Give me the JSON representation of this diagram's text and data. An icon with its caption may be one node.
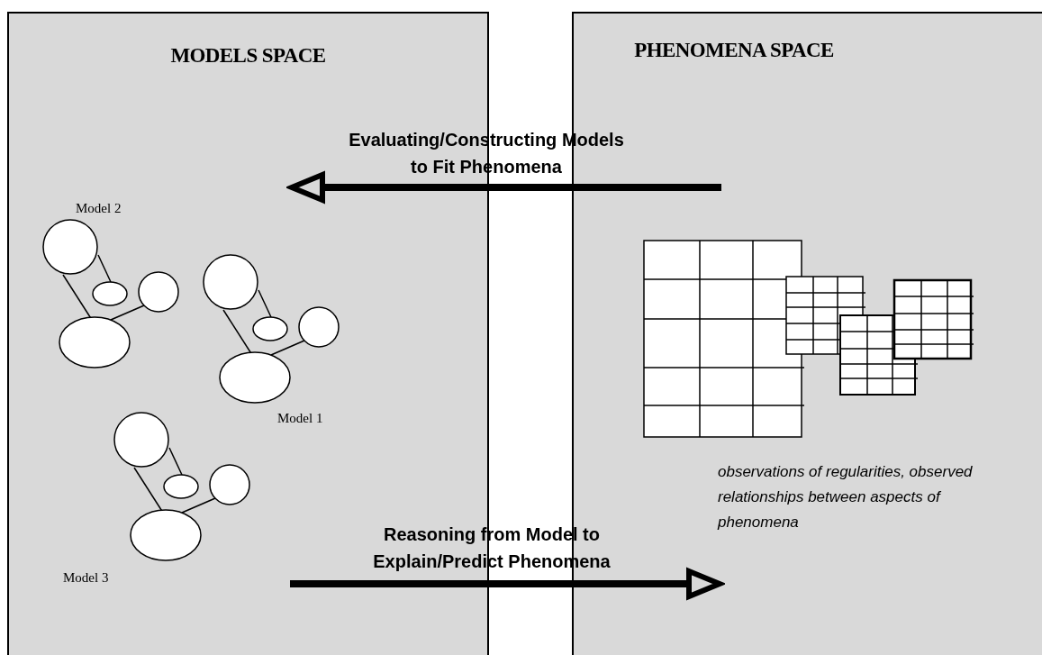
{
  "diagram": {
    "nodes": [
      {
        "text": [
          "MODELS SPACE"
        ]
      },
      {
        "text": [
          "PHENOMENA SPACE"
        ]
      }
    ],
    "edges": [
      {
        "from": 1,
        "to": 0,
        "arrow": "to",
        "label": "Evaluating/Constructing Models to Fit Phenomena"
      },
      {
        "from": 0,
        "to": 1,
        "arrow": "to",
        "label": "Reasoning from Model to Explain/Predict Phenomena"
      }
    ],
    "labels": [
      "Model 2",
      "Model 1",
      "Model 3",
      "observations of regularities, observed relationships between aspects of phenomena"
    ]
  }
}
